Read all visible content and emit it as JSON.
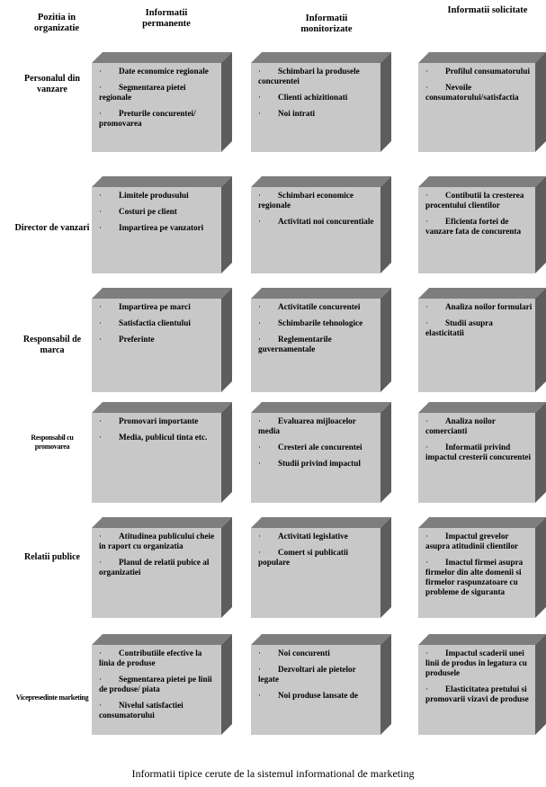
{
  "header": {
    "position_label": "Pozitia in organizatie",
    "columns": [
      "Informatii permanente",
      "Informatii monitorizate",
      "Informatii solicitate"
    ]
  },
  "rows": [
    {
      "label": "Personalul din vanzare",
      "cells": [
        [
          "Date economice regionale",
          "Segmentarea pietei regionale",
          "Preturile concurentei/ promovarea"
        ],
        [
          "Schimbari la produsele concurentei",
          "Clienti achizitionati",
          "Noi intrati"
        ],
        [
          "Profilul consumatorului",
          "Nevoile consumatorului/satisfactia"
        ]
      ]
    },
    {
      "label": "Director de vanzari",
      "cells": [
        [
          "Limitele produsului",
          "Costuri pe client",
          "Impartirea pe vanzatori"
        ],
        [
          "Schimbari economice regionale",
          "Activitati noi concurentiale"
        ],
        [
          "Contibutii la cresterea procentului clientilor",
          "Eficienta fortei de vanzare fata de concurenta"
        ]
      ]
    },
    {
      "label": "Responsabil de marca",
      "cells": [
        [
          "Impartirea pe marci",
          "Satisfactia clientului",
          "Preferinte"
        ],
        [
          "Activitatile concurentei",
          "Schimbarile tehnologice",
          "Reglementarile guvernamentale"
        ],
        [
          "Analiza noilor formulari",
          "Studii asupra elasticitatii"
        ]
      ]
    },
    {
      "label": "Responsabil cu promovarea",
      "cells": [
        [
          "Promovari importante",
          "Media, publicul tinta etc."
        ],
        [
          "Evaluarea mijloacelor media",
          "Cresteri ale concurentei",
          "Studii privind impactul"
        ],
        [
          "Analiza noilor comercianti",
          "Informatii privind impactul cresterii concurentei"
        ]
      ]
    },
    {
      "label": "Relatii publice",
      "cells": [
        [
          "Atitudinea publicului cheie in raport cu organizatia",
          "Planul de relatii pubice al organizatiei"
        ],
        [
          "Activitati legislative",
          "Comert si publicatii populare"
        ],
        [
          "Impactul grevelor asupra atitudinii clientilor",
          "Imactul firmei asupra firmelor din alte domenii si firmelor raspunzatoare cu probleme de siguranta"
        ]
      ]
    },
    {
      "label": "Vicepresedinte marketing",
      "cells": [
        [
          "Contributiile efective la linia de produse",
          "Segmentarea pietei pe linii de produse/ piata",
          "Nivelul satisfactiei consumatorului"
        ],
        [
          "Noi concurenti",
          "Dezvoltari ale pietelor legate",
          "Noi produse lansate de"
        ],
        [
          "Impactul scaderii unei linii de produs in legatura cu produsele",
          "Elasticitatea pretului si promovarii vizavi de produse"
        ]
      ]
    }
  ],
  "caption": "Informatii tipice cerute de la sistemul informational de marketing",
  "colors": {
    "front": "#c8c8c8",
    "top": "#7e7e7e",
    "side": "#5d5d5d"
  }
}
